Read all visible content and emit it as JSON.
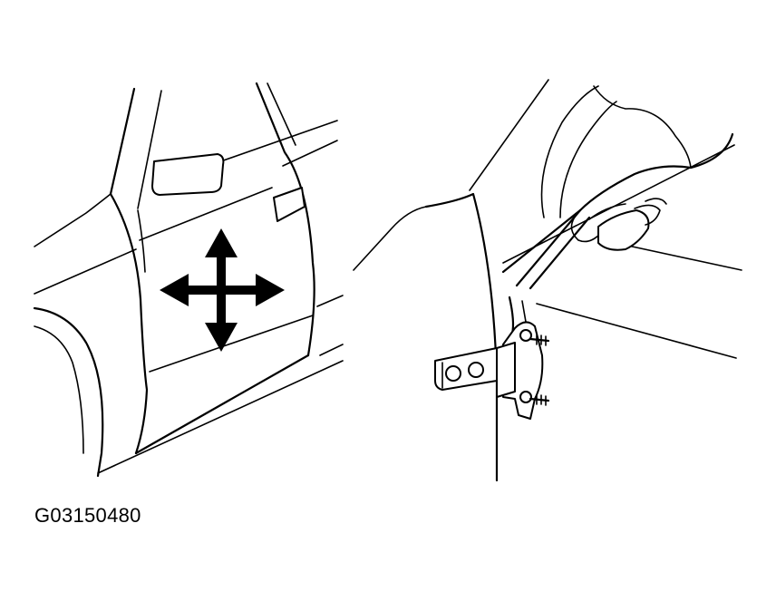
{
  "figure": {
    "code": "G03150480",
    "colors": {
      "ink": "#000000",
      "paper": "#ffffff"
    },
    "panels": [
      {
        "id": "door-side-view",
        "arrow": "four-way-adjust-arrow"
      },
      {
        "id": "door-hinge-detail"
      }
    ]
  }
}
